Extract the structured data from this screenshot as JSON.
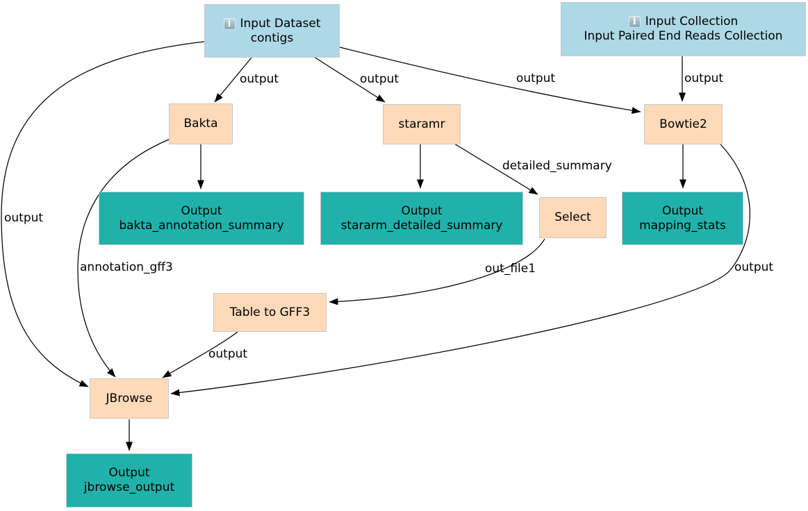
{
  "colors": {
    "input_fill": "#ADD8E6",
    "tool_fill": "#FFDAB9",
    "output_fill": "#20B2AA",
    "edge_color": "#000000",
    "text_color": "#000000",
    "node_border": "#C8C8C8",
    "background": "#FFFFFF"
  },
  "nodes": {
    "contigs": {
      "icon": "info-icon",
      "title": "Input Dataset",
      "subtitle": "contigs"
    },
    "collection": {
      "icon": "info-icon",
      "title": "Input Collection",
      "subtitle": "Input Paired End Reads Collection"
    },
    "bakta": {
      "label": "Bakta"
    },
    "staramr": {
      "label": "staramr"
    },
    "bowtie2": {
      "label": "Bowtie2"
    },
    "select": {
      "label": "Select"
    },
    "table_to_gff3": {
      "label": "Table to GFF3"
    },
    "jbrowse": {
      "label": "JBrowse"
    },
    "out_bakta": {
      "title": "Output",
      "subtitle": "bakta_annotation_summary"
    },
    "out_staramr": {
      "title": "Output",
      "subtitle": "stararm_detailed_summary"
    },
    "out_mapping": {
      "title": "Output",
      "subtitle": "mapping_stats"
    },
    "out_jbrowse": {
      "title": "Output",
      "subtitle": "jbrowse_output"
    }
  },
  "edge_labels": {
    "contigs_bakta": "output",
    "contigs_staramr": "output",
    "contigs_bowtie2": "output",
    "collection_bowtie2": "output",
    "contigs_jbrowse": "output",
    "bakta_jbrowse": "annotation_gff3",
    "staramr_select": "detailed_summary",
    "select_table": "out_file1",
    "table_jbrowse": "output",
    "bowtie2_jbrowse": "output"
  }
}
